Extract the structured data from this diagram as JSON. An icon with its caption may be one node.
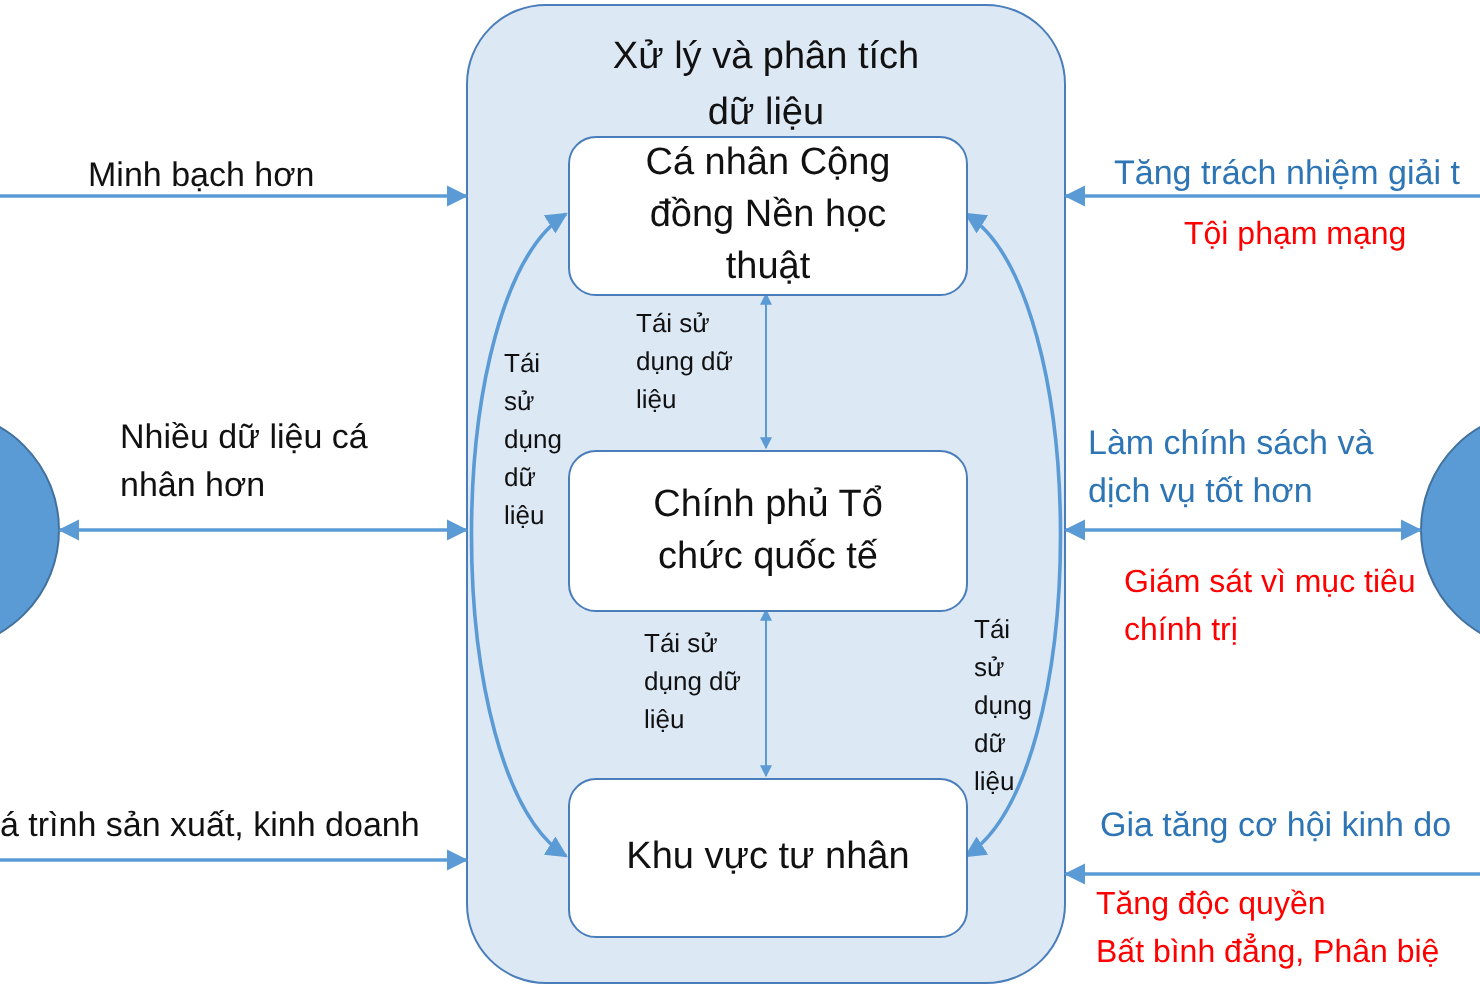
{
  "diagram": {
    "nodes": [
      {
        "text": [],
        "shape": "circle"
      },
      {
        "text": [
          "Xử lý và phân tích dữ liệu"
        ]
      },
      {
        "text": [
          "Cá nhân Cộng đồng Nền học thuật"
        ],
        "in": 1
      },
      {
        "text": [
          "Chính phủ Tổ chức quốc tế"
        ],
        "in": 1
      },
      {
        "text": [
          "Khu vực tư nhân"
        ],
        "in": 1
      },
      {
        "text": [],
        "shape": "circle"
      }
    ],
    "edges": [
      {
        "from": null,
        "to": 1,
        "arrow": "to",
        "label": "Minh bạch hơn"
      },
      {
        "from": 0,
        "to": 1,
        "arrow": "both",
        "label": "Nhiều dữ liệu cá nhân hơn"
      },
      {
        "from": null,
        "to": 1,
        "arrow": "to",
        "label": "á trình sản xuất, kinh doanh"
      },
      {
        "from": null,
        "to": 1,
        "arrow": "to",
        "label": "Tăng trách nhiệm giải t"
      },
      {
        "from": 5,
        "to": 1,
        "arrow": "both",
        "label": "Làm chính sách và dịch vụ tốt hơn"
      },
      {
        "from": null,
        "to": 1,
        "arrow": "to",
        "label": "Gia tăng cơ hội kinh do"
      },
      {
        "from": 2,
        "to": 3,
        "arrow": "both",
        "label": "Tái sử dụng dữ liệu"
      },
      {
        "from": 3,
        "to": 4,
        "arrow": "both",
        "label": "Tái sử dụng dữ liệu"
      },
      {
        "from": 2,
        "to": 4,
        "arrow": "both",
        "label": "Tái sử dụng dữ liệu"
      },
      {
        "from": 2,
        "to": 4,
        "arrow": "both",
        "label": "Tái sử dụng dữ liệu"
      }
    ],
    "labels": [
      "Tội phạm mạng",
      "Giám sát vì mục tiêu chính trị",
      "Tăng độc quyền",
      "Bất bình đẳng, Phân biệ"
    ]
  }
}
